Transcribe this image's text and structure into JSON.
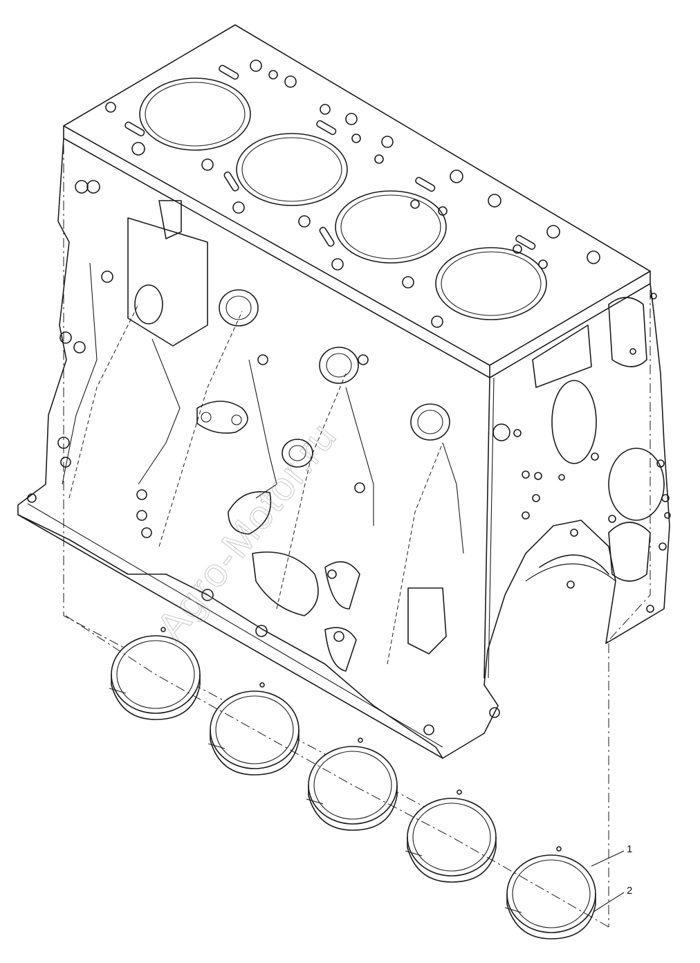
{
  "callouts": [
    {
      "label": "1",
      "part": "upper-bearing-shell"
    },
    {
      "label": "2",
      "part": "lower-bearing-shell"
    }
  ],
  "watermark_text": "Agro-Motor.ru",
  "icons": [
    "engine-block-drawing",
    "bearing-shell-drawing"
  ],
  "colors": {
    "line": "#1a1a1a",
    "background": "#ffffff"
  }
}
